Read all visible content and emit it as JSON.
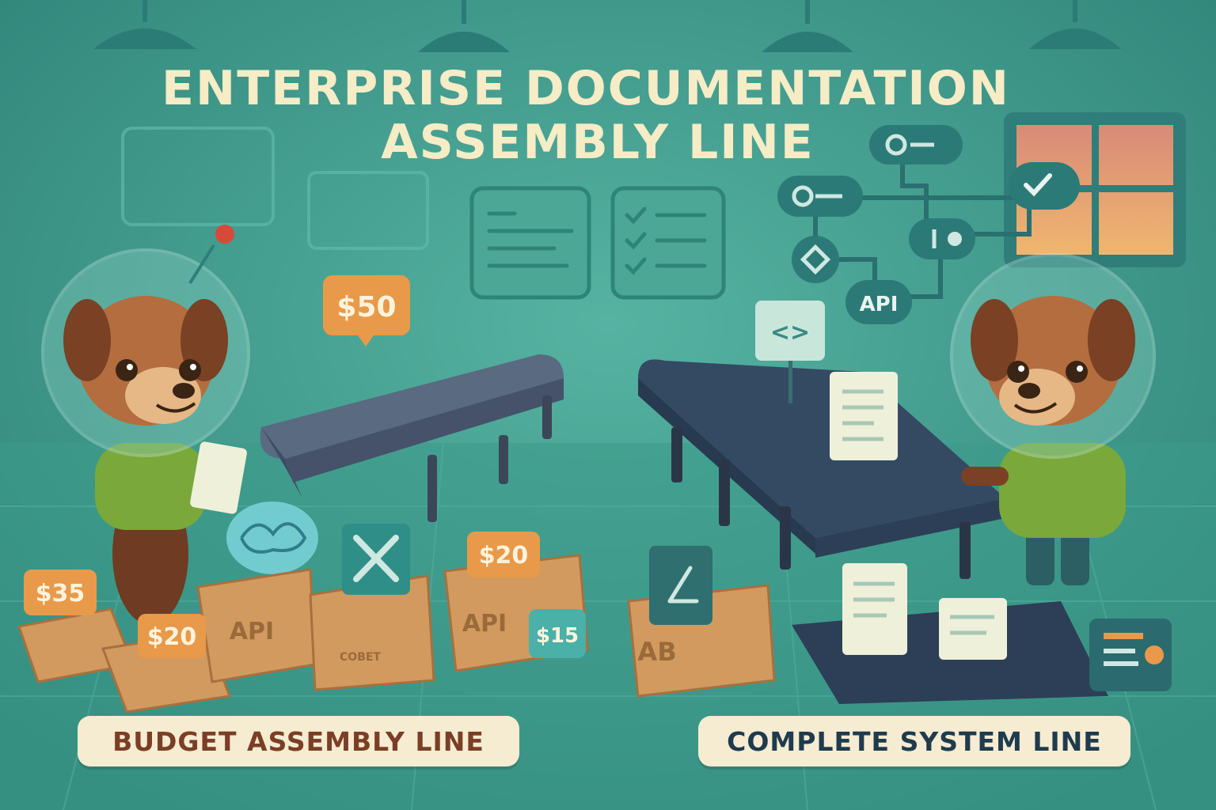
{
  "title": {
    "line1": "ENTERPRISE DOCUMENTATION",
    "line2": "ASSEMBLY LINE"
  },
  "left_panel": {
    "label": "BUDGET ASSEMBLY LINE",
    "price_tags": [
      "$50",
      "$35",
      "$20",
      "$20",
      "$15"
    ],
    "box_labels": [
      "API",
      "API",
      "COBET"
    ]
  },
  "right_panel": {
    "label": "COMPLETE SYSTEM LINE",
    "flow_nodes": [
      "API"
    ],
    "box_labels": [
      "AB"
    ],
    "code_sign": "<>"
  },
  "colors": {
    "background": "#3f9e8f",
    "title_text": "#f6ecc6",
    "label_pill": "#f5ecd2",
    "budget_label_text": "#7a3f25",
    "complete_label_text": "#1f3b4d",
    "price_tag": "#e89a4a",
    "box": "#d29a5e"
  }
}
